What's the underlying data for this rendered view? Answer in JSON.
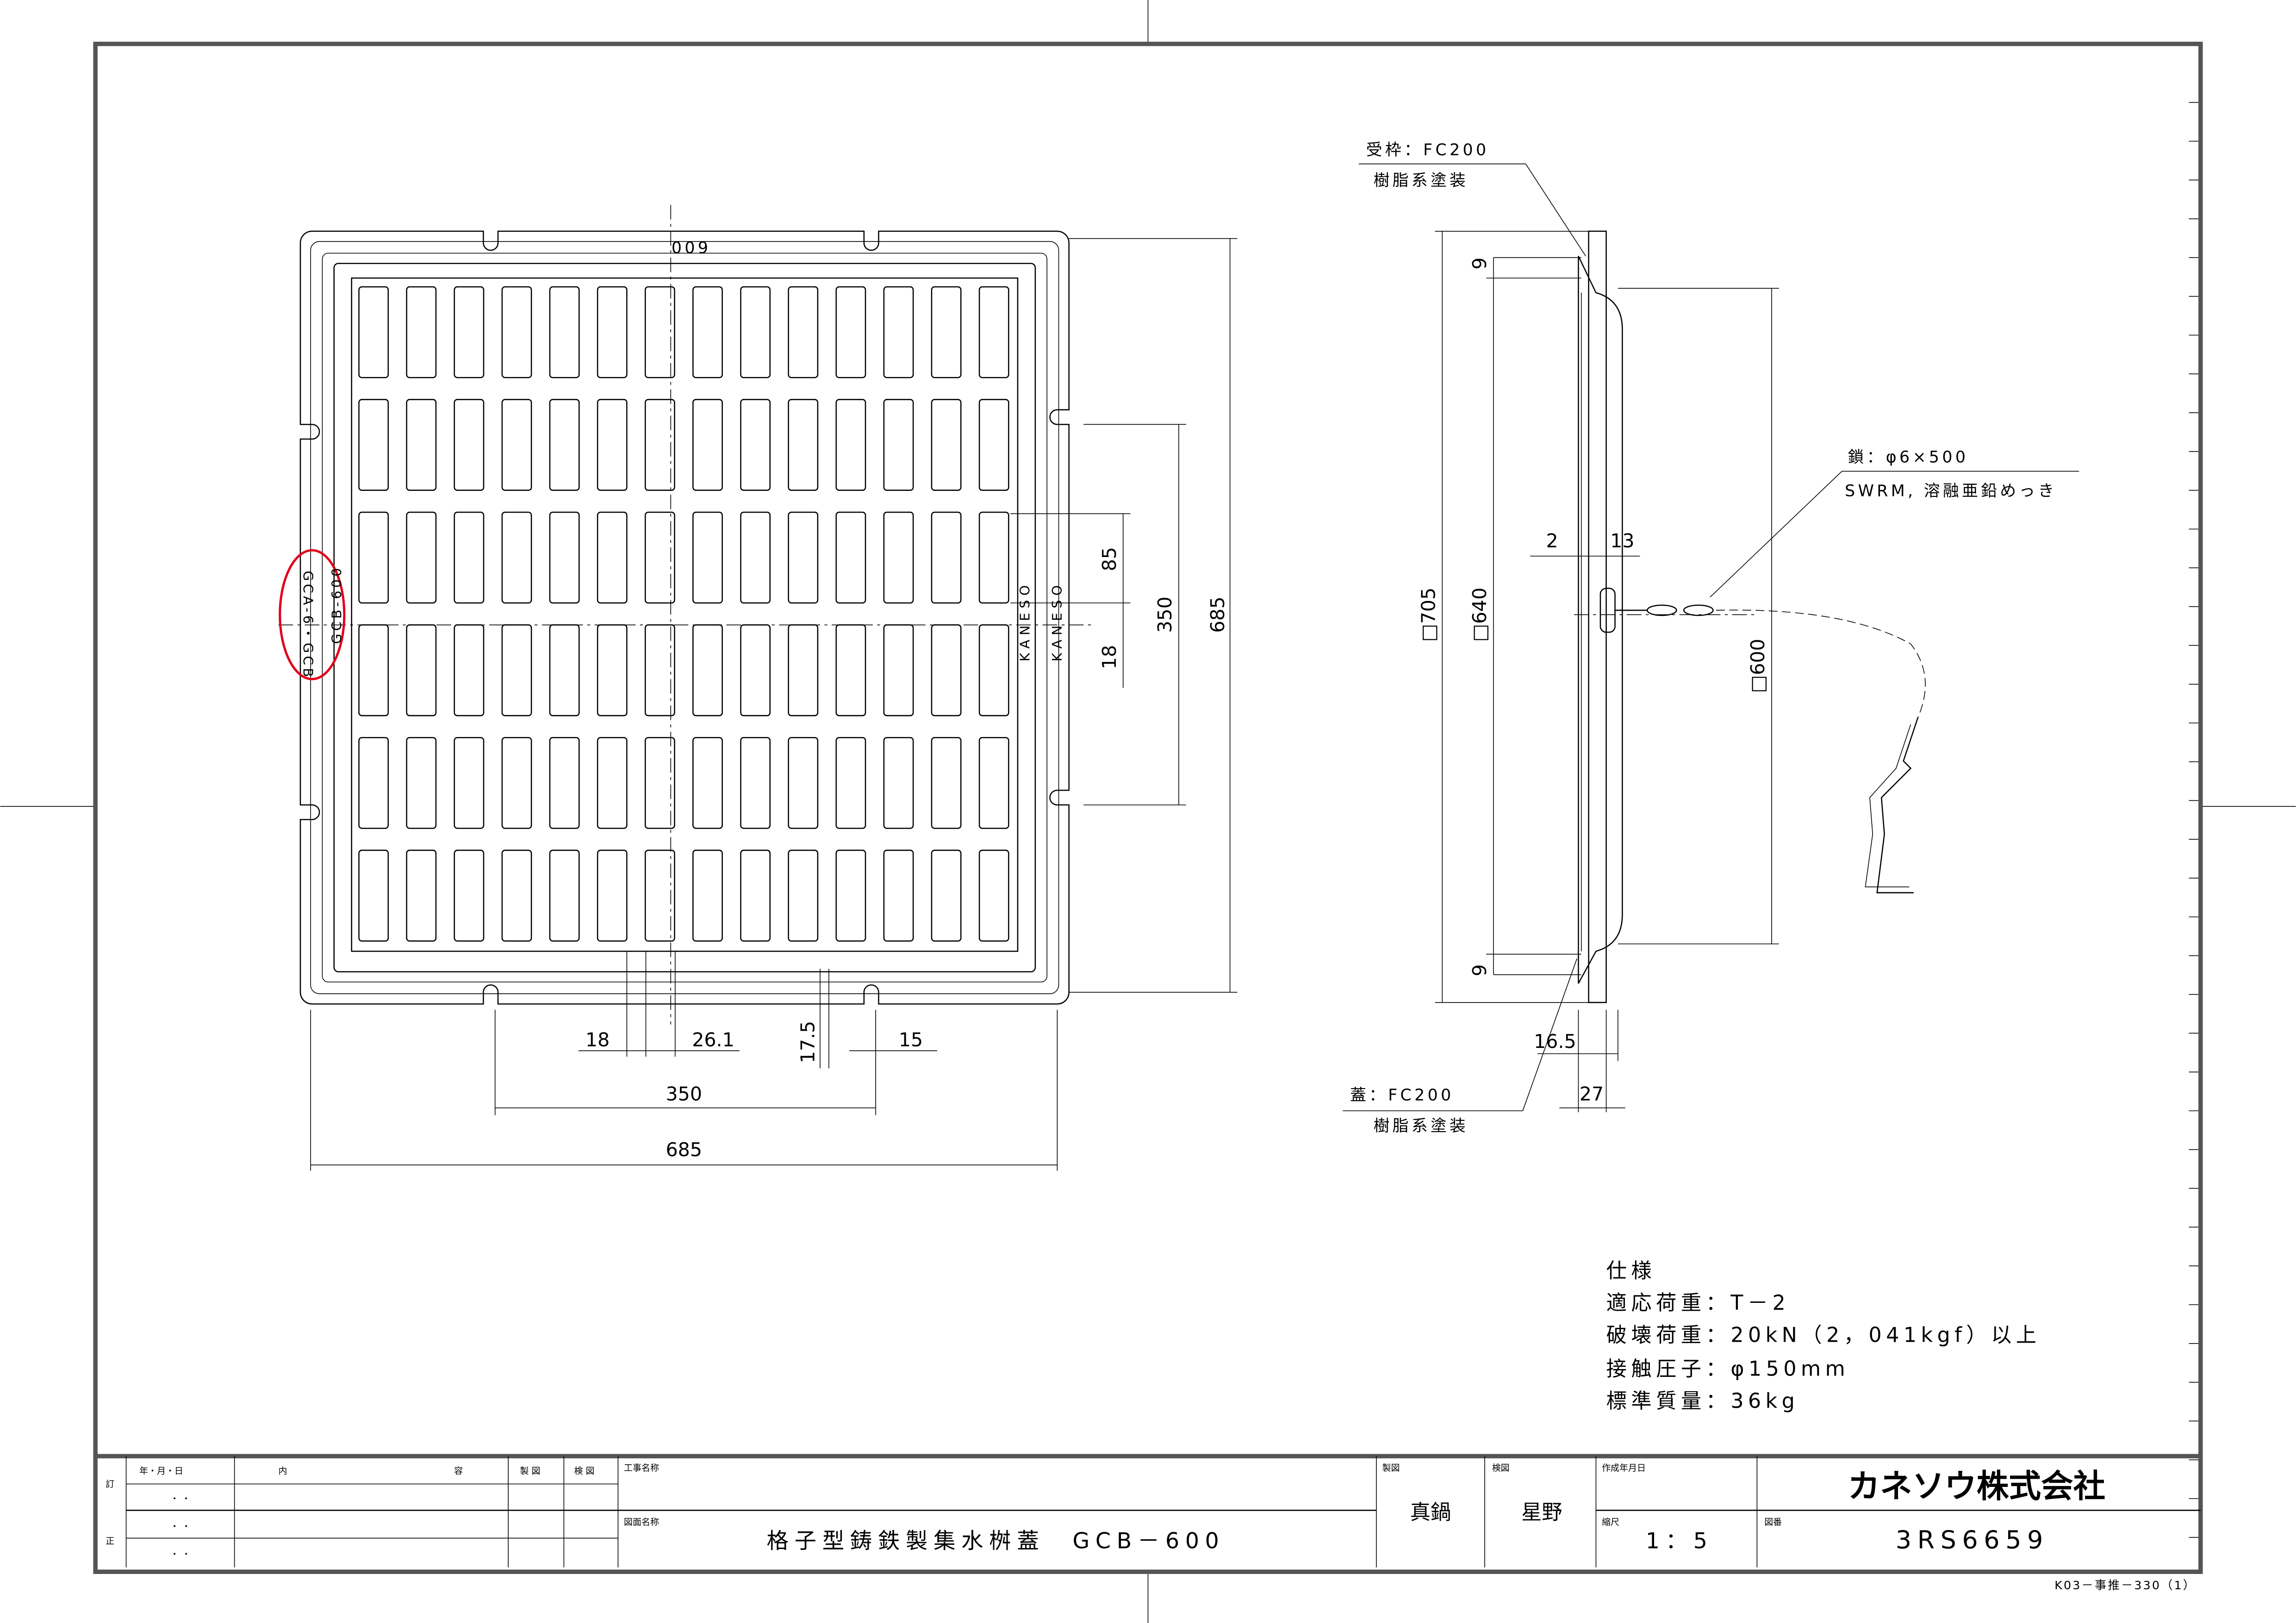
{
  "front_view": {
    "top_marking": "600",
    "side_marking_outer": "GCA-6・GCB",
    "side_marking_inner": "GCB-600",
    "brand_1": "KANESO",
    "brand_2": "KANESO",
    "slot_columns": 14,
    "slot_rows": 6,
    "dims": {
      "overall_width": "685",
      "pitch_width": "350",
      "slot_width": "18",
      "bar_pitch": "26.1",
      "notch_depth": "17.5",
      "notch_width": "15",
      "overall_height": "685",
      "pitch_height": "350",
      "slot_length": "85",
      "bar_width": "18"
    }
  },
  "side_view": {
    "frame_label": "受枠：FC200",
    "frame_finish": "樹脂系塗装",
    "cover_label": "蓋：FC200",
    "cover_finish": "樹脂系塗装",
    "chain_label": "鎖：φ6×500",
    "chain_finish": "SWRM, 溶融亜鉛めっき",
    "dims": {
      "outer": "□705",
      "inner": "□640",
      "opening": "□600",
      "gap": "2",
      "flange": "13",
      "depth_top": "9",
      "depth_bottom": "9",
      "cover_thickness": "16.5",
      "frame_height": "27"
    }
  },
  "specs": {
    "title": "仕様",
    "rows": [
      "適応荷重：T－2",
      "破壊荷重：20kN（2，041kgf）以上",
      "接触圧子：φ150mm",
      "標準質量：36kg"
    ]
  },
  "title_block": {
    "revision_label": "訂",
    "correction_label": "正",
    "col_date": "年・月・日",
    "col_content_1": "内",
    "col_content_2": "容",
    "col_drawn": "製 図",
    "col_checked": "検 図",
    "date_placeholder": "・ ・",
    "project_name_label": "工事名称",
    "drawing_name_label": "図面名称",
    "drawing_name": "格子型鋳鉄製集水桝蓋　GCB－600",
    "drawn_by_label": "製図",
    "drawn_by": "真鍋",
    "checked_by_label": "検図",
    "checked_by": "星野",
    "date_label": "作成年月日",
    "scale_label": "縮尺",
    "scale": "1：5",
    "company": "カネソウ株式会社",
    "drawing_no_label": "図番",
    "drawing_no": "3RS6659"
  },
  "footer_code": "K03－事推－330（1）",
  "colors": {
    "highlight_ellipse": "#e0001a"
  }
}
